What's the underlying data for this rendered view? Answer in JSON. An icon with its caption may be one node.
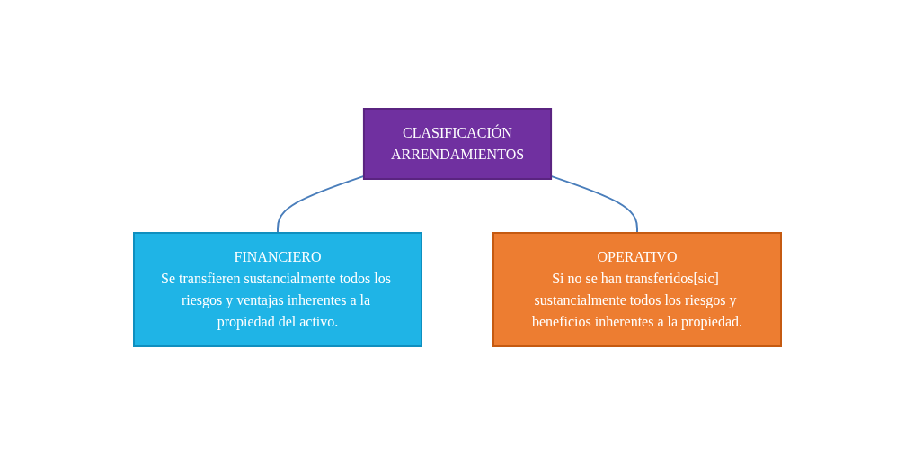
{
  "diagram": {
    "nodes": [
      {
        "text": [
          "CLASIFICACIÓN",
          "ARRENDAMIENTOS"
        ]
      },
      {
        "text": [
          "FINANCIERO",
          "Se transfieren sustancialmente todos los riesgos y ventajas inherentes a la propiedad del activo."
        ]
      },
      {
        "text": [
          "OPERATIVO",
          "Si no se han transferidos[sic] sustancialmente todos los riesgos y beneficios inherentes a la propiedad."
        ]
      }
    ],
    "edges": [
      {
        "from": 0,
        "to": 1,
        "arrow": "none"
      },
      {
        "from": 0,
        "to": 2,
        "arrow": "none"
      }
    ]
  }
}
